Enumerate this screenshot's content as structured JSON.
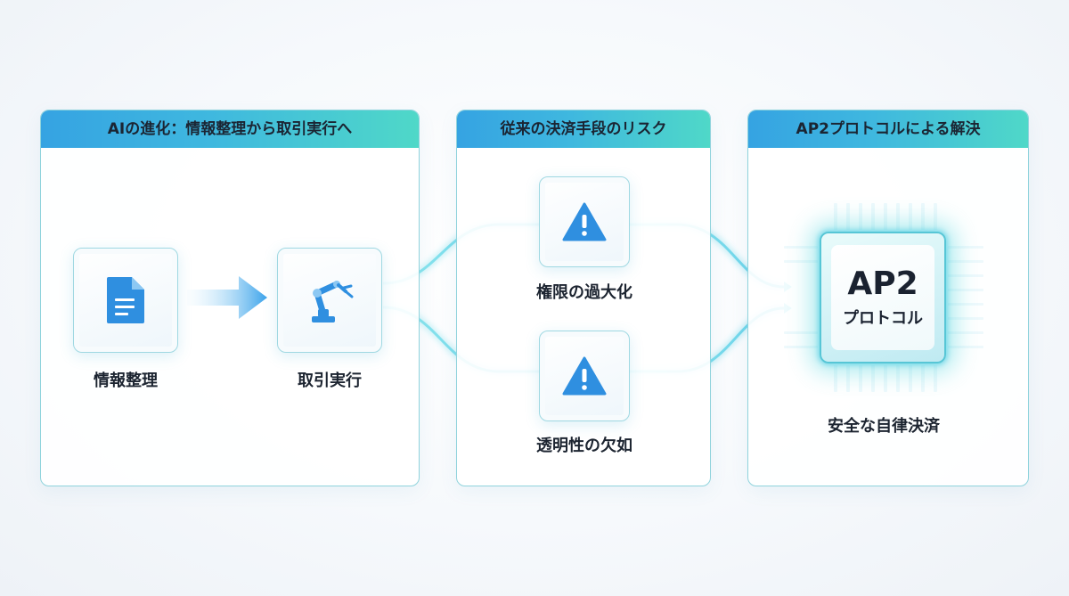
{
  "panels": {
    "evolution": {
      "title": "AIの進化：情報整理から取引実行へ",
      "item1": "情報整理",
      "item2": "取引実行"
    },
    "risks": {
      "title": "従来の決済手段のリスク",
      "risk1": "権限の過大化",
      "risk2": "透明性の欠如"
    },
    "solution": {
      "title": "AP2プロトコルによる解決",
      "chip_title": "AP2",
      "chip_subtitle": "プロトコル",
      "result": "安全な自律決済"
    }
  },
  "icons": {
    "item1": "document-icon",
    "item2": "robot-arm-icon",
    "risk": "warning-icon",
    "flow": "arrow-right-icon"
  },
  "colors": {
    "header_start": "#35a3e2",
    "header_end": "#4fd8c8",
    "glow": "#5fe0e6",
    "icon_blue": "#2f8fe0"
  }
}
